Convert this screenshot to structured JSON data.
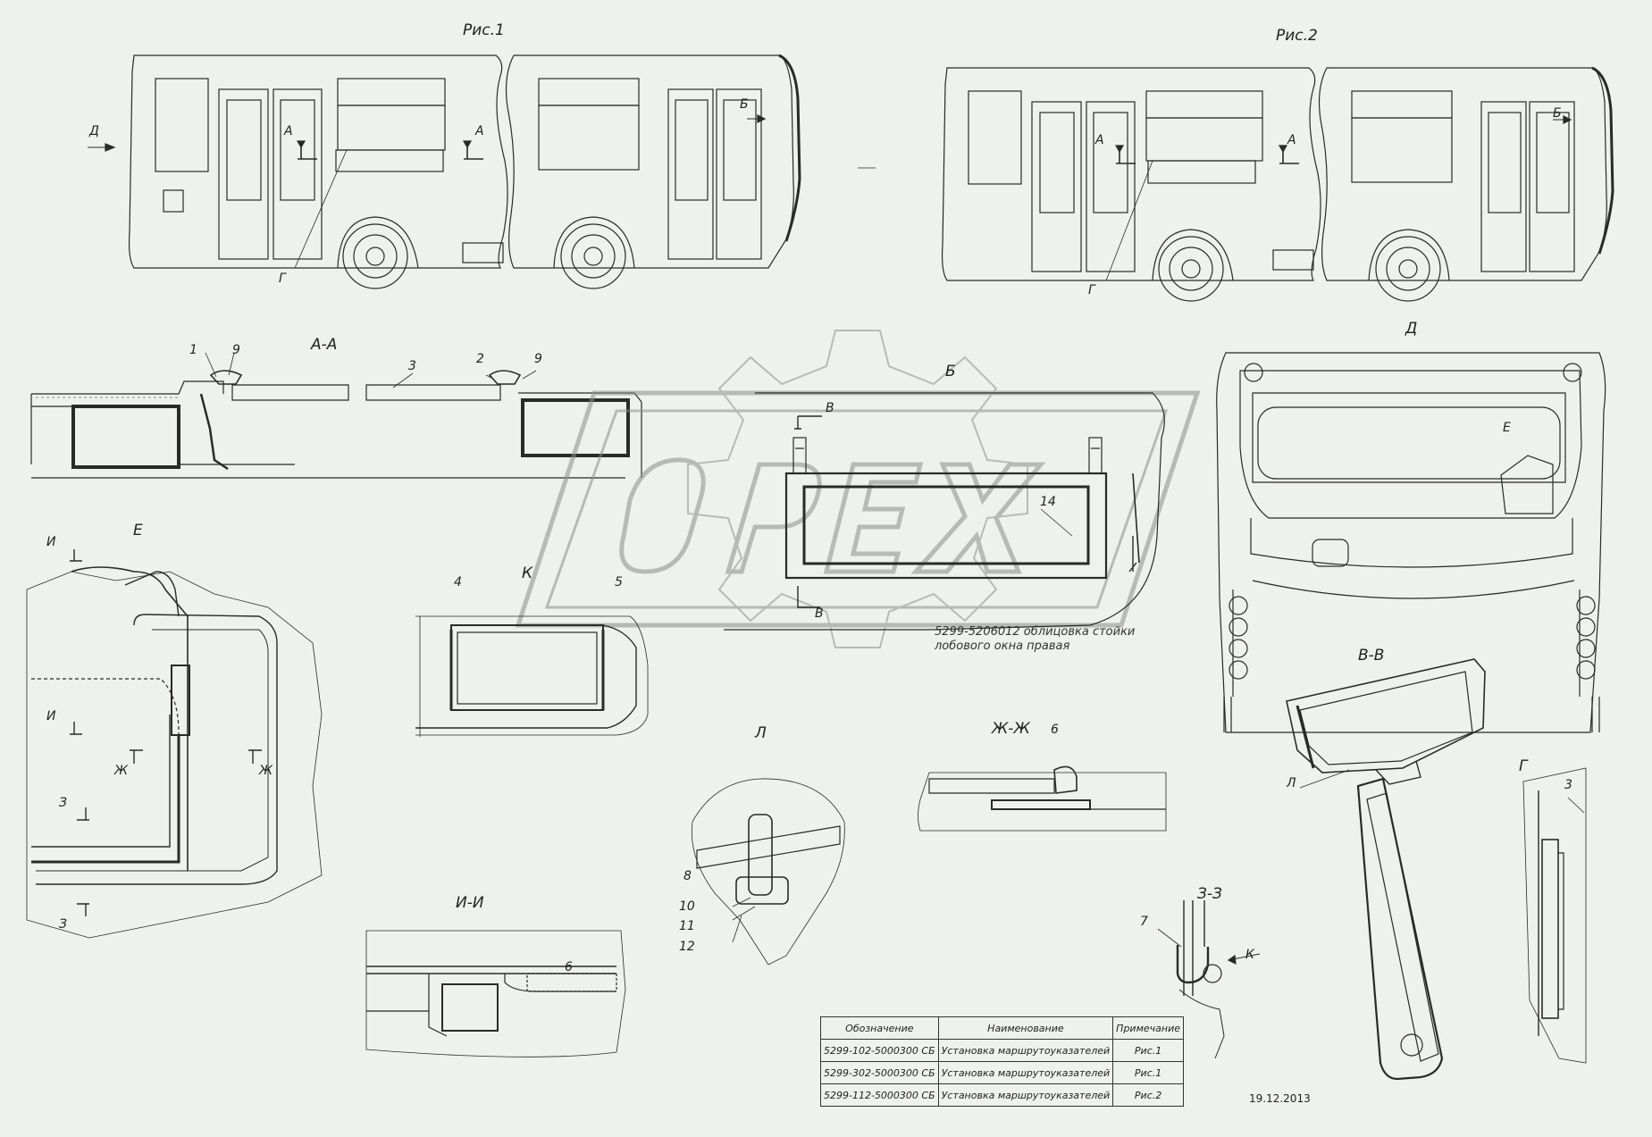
{
  "figures": {
    "fig1": "Рис.1",
    "fig2": "Рис.2"
  },
  "markers": {
    "a": "А",
    "b": "Б",
    "g": "Г",
    "d": "Д",
    "e": "Е",
    "i": "И",
    "zh": "Ж",
    "z": "З",
    "k": "К",
    "l": "Л",
    "v": "В"
  },
  "views": {
    "aa": "А-А",
    "b": "Б",
    "d": "Д",
    "e": "Е",
    "vv": "В-В",
    "l": "Л",
    "zhzh": "Ж-Ж",
    "ii": "И-И",
    "zz": "З-З",
    "g": "Г",
    "k": "К"
  },
  "positions": {
    "p1": "1",
    "p2": "2",
    "p3": "3",
    "p4": "4",
    "p5": "5",
    "p6": "6",
    "p7": "7",
    "p8": "8",
    "p9": "9",
    "p10": "10",
    "p11": "11",
    "p12": "12",
    "p14": "14"
  },
  "note": {
    "line1": "5299-5206012 облицовка стойки",
    "line2": "лобового окна правая"
  },
  "spec_table": {
    "headers": [
      "Обозначение",
      "Наименование",
      "Примечание"
    ],
    "rows": [
      [
        "5299-102-5000300 СБ",
        "Установка маршрутоуказателей",
        "Рис.1"
      ],
      [
        "5299-302-5000300 СБ",
        "Установка маршрутоуказателей",
        "Рис.1"
      ],
      [
        "5299-112-5000300 СБ",
        "Установка маршрутоуказателей",
        "Рис.2"
      ]
    ]
  },
  "date": "19.12.2013",
  "colors": {
    "background": "#eef1ed",
    "line": "#2a2a2a",
    "watermark": "#8b8e8c"
  }
}
